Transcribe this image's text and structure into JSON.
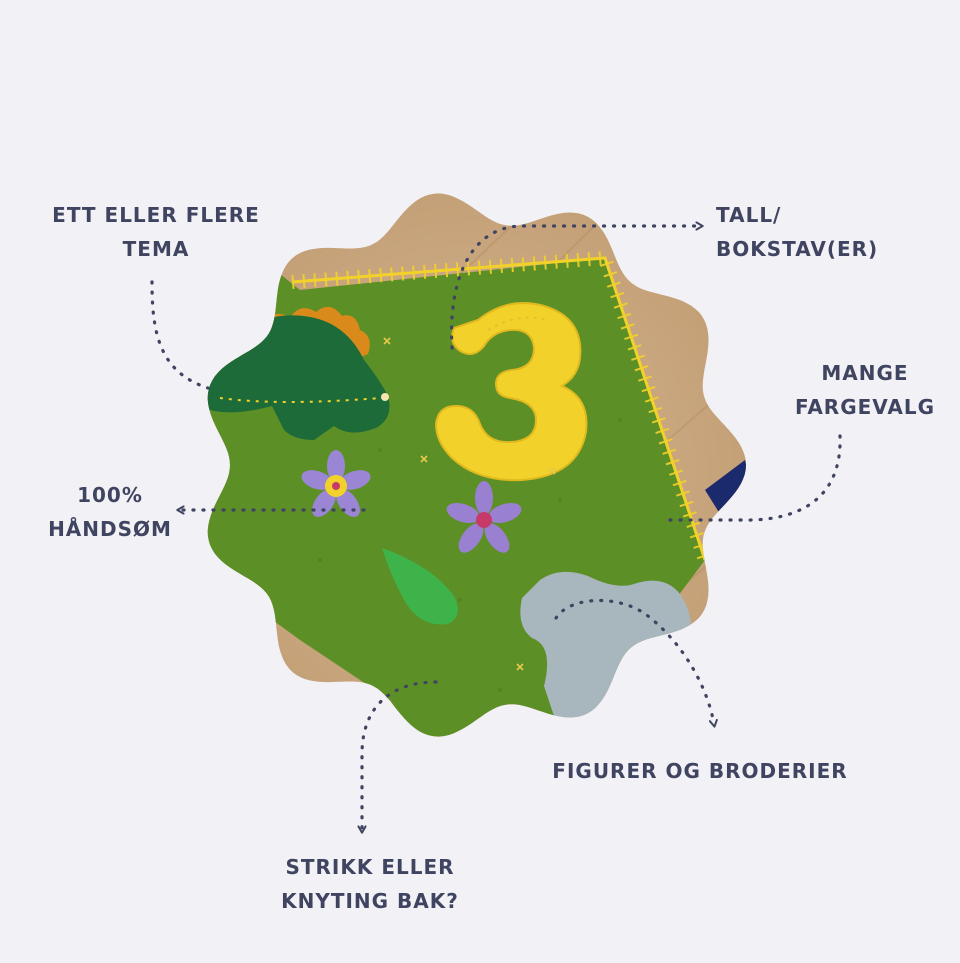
{
  "labels": {
    "tema": [
      "ETT ELLER FLERE",
      "TEMA"
    ],
    "tall": [
      "TALL/",
      "BOKSTAV(ER)"
    ],
    "farge": [
      "MANGE",
      "FARGEVALG"
    ],
    "hand": [
      "100%",
      "HÅNDSØM"
    ],
    "figurer": [
      "FIGURER OG BRODERIER"
    ],
    "strikk": [
      "STRIKK ELLER",
      "KNYTING BAK?"
    ]
  },
  "photo": {
    "number_on_felt": "3"
  },
  "colors": {
    "background": "#f2f1f6",
    "text": "#3f4460",
    "arrow": "#3f4460",
    "wood": "#c8a47c",
    "felt_green": "#5d8f27",
    "yellow": "#f2d22a",
    "dark_green": "#1e6b3a",
    "grey": "#a8b6bd",
    "navy": "#1a2a6c"
  }
}
